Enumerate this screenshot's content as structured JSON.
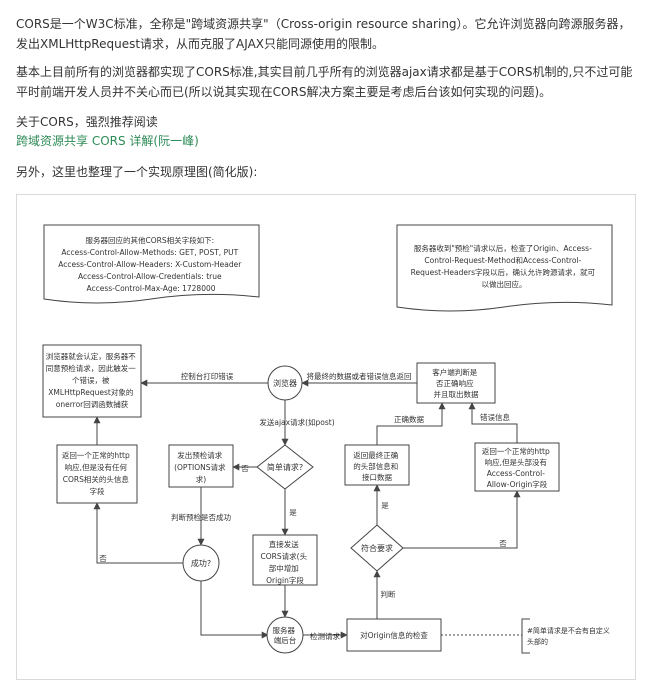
{
  "article": {
    "p1": "CORS是一个W3C标准，全称是\"跨域资源共享\"（Cross-origin resource sharing）。它允许浏览器向跨源服务器，发出XMLHttpRequest请求，从而克服了AJAX只能同源使用的限制。",
    "p2": "基本上目前所有的浏览器都实现了CORS标准,其实目前几乎所有的浏览器ajax请求都是基于CORS机制的,只不过可能平时前端开发人员并不关心而已(所以说其实现在CORS解决方案主要是考虑后台该如何实现的问题)。",
    "p3_intro": "关于CORS，强烈推荐阅读",
    "p3_link": "跨域资源共享 CORS 详解(阮一峰)",
    "p4": "另外，这里也整理了一个实现原理图(简化版):"
  },
  "diagram": {
    "note_left": [
      "服务器回应的其他CORS相关字段如下:",
      "Access-Control-Allow-Methods: GET, POST, PUT",
      "Access-Control-Allow-Headers: X-Custom-Header",
      "Access-Control-Allow-Credentials: true",
      "Access-Control-Max-Age: 1728000"
    ],
    "note_right": [
      "服务器收到\"预检\"请求以后，检查了Origin、Access-",
      "Control-Request-Method和Access-Control-",
      "Request-Headers字段以后，确认允许跨源请求，就可",
      "以做出回应。"
    ],
    "box_browser_error": [
      "浏览器就会认定，服务器不",
      "同意预检请求，因此触发一",
      "个错误，被",
      "XMLHttpRequest对象的",
      "onerror回调函数捕获"
    ],
    "label_console_error": "控制台打印错误",
    "node_browser": "浏览器",
    "label_return_final": "将最终的数据或者错误信息返回",
    "box_client_judge": [
      "客户端判断是",
      "否正确响应",
      "并且取出数据"
    ],
    "label_send_ajax": "发送ajax请求(如post)",
    "box_normal_no_cors": [
      "返回一个正常的http",
      "响应,但是没有任何",
      "CORS相关的头信息",
      "字段"
    ],
    "box_preflight": [
      "发出预检请求",
      "(OPTIONS请求",
      "求)"
    ],
    "label_no_1": "否",
    "decision_simple": "简单请求?",
    "label_correct_data": "正确数据",
    "label_error_info": "错误信息",
    "box_return_correct": [
      "返回最终正确",
      "的头部信息和",
      "接口数据"
    ],
    "box_normal_no_origin": [
      "返回一个正常的http",
      "响应,但是头部没有",
      "Access-Control-",
      "Allow-Origin字段"
    ],
    "label_judge_preflight": "判断预检是否成功",
    "label_yes_1": "是",
    "label_yes_2": "是",
    "box_direct_cors": [
      "直接发送",
      "CORS请求(头",
      "部中增加",
      "Origin字段"
    ],
    "decision_match": "符合要求",
    "label_no_2": "否",
    "decision_success": "成功?",
    "label_no_3": "否",
    "label_judge": "判断",
    "node_server": [
      "服务器",
      "端后台"
    ],
    "label_check_request": "检测请求",
    "box_origin_check": "对Origin信息的检查",
    "note_simple": [
      "#简单请求是不会有自定义",
      "头部的"
    ]
  }
}
